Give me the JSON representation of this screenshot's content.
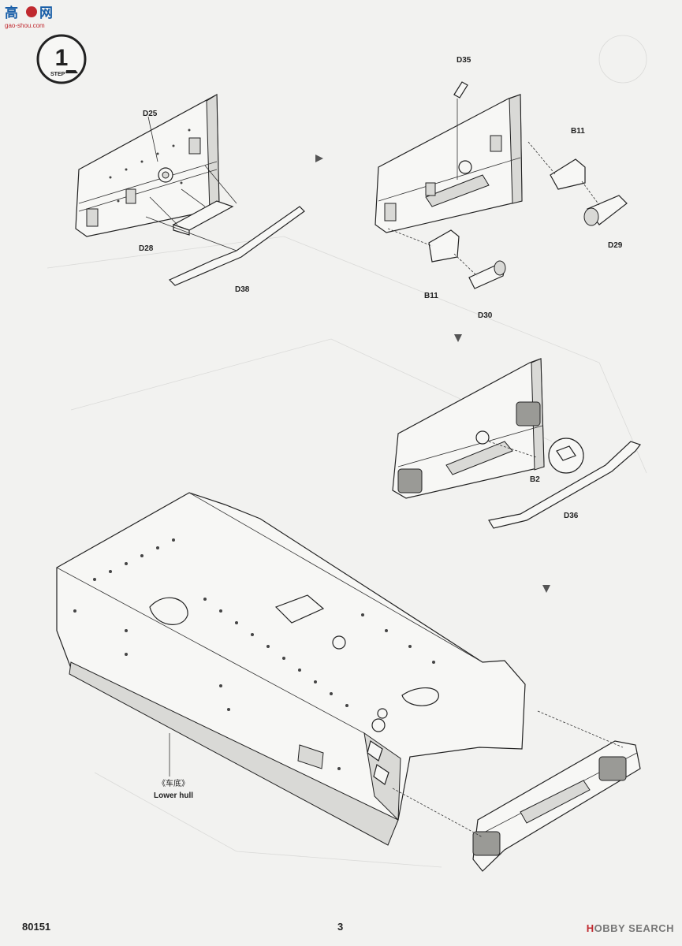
{
  "watermark": {
    "top_cn": "高",
    "top_cn2": "网",
    "top_domain": "gao-shou.com"
  },
  "step": {
    "number": "1",
    "label": "STEP"
  },
  "parts": {
    "d25": "D25",
    "d28": "D28",
    "d38": "D38",
    "d35": "D35",
    "b11_right": "B11",
    "d29": "D29",
    "b11_left": "B11",
    "d30": "D30",
    "b2": "B2",
    "d36": "D36"
  },
  "lower_hull": {
    "cn": "《车底》",
    "en": "Lower hull"
  },
  "footer": {
    "kit_number": "80151",
    "page_number": "3",
    "brand": "HOBBY SEARCH",
    "brand_h": "H",
    "brand_rest": "OBBY SEARCH"
  },
  "colors": {
    "ink": "#222222",
    "paper": "#f2f2f0",
    "brand_red": "#c0292f"
  }
}
